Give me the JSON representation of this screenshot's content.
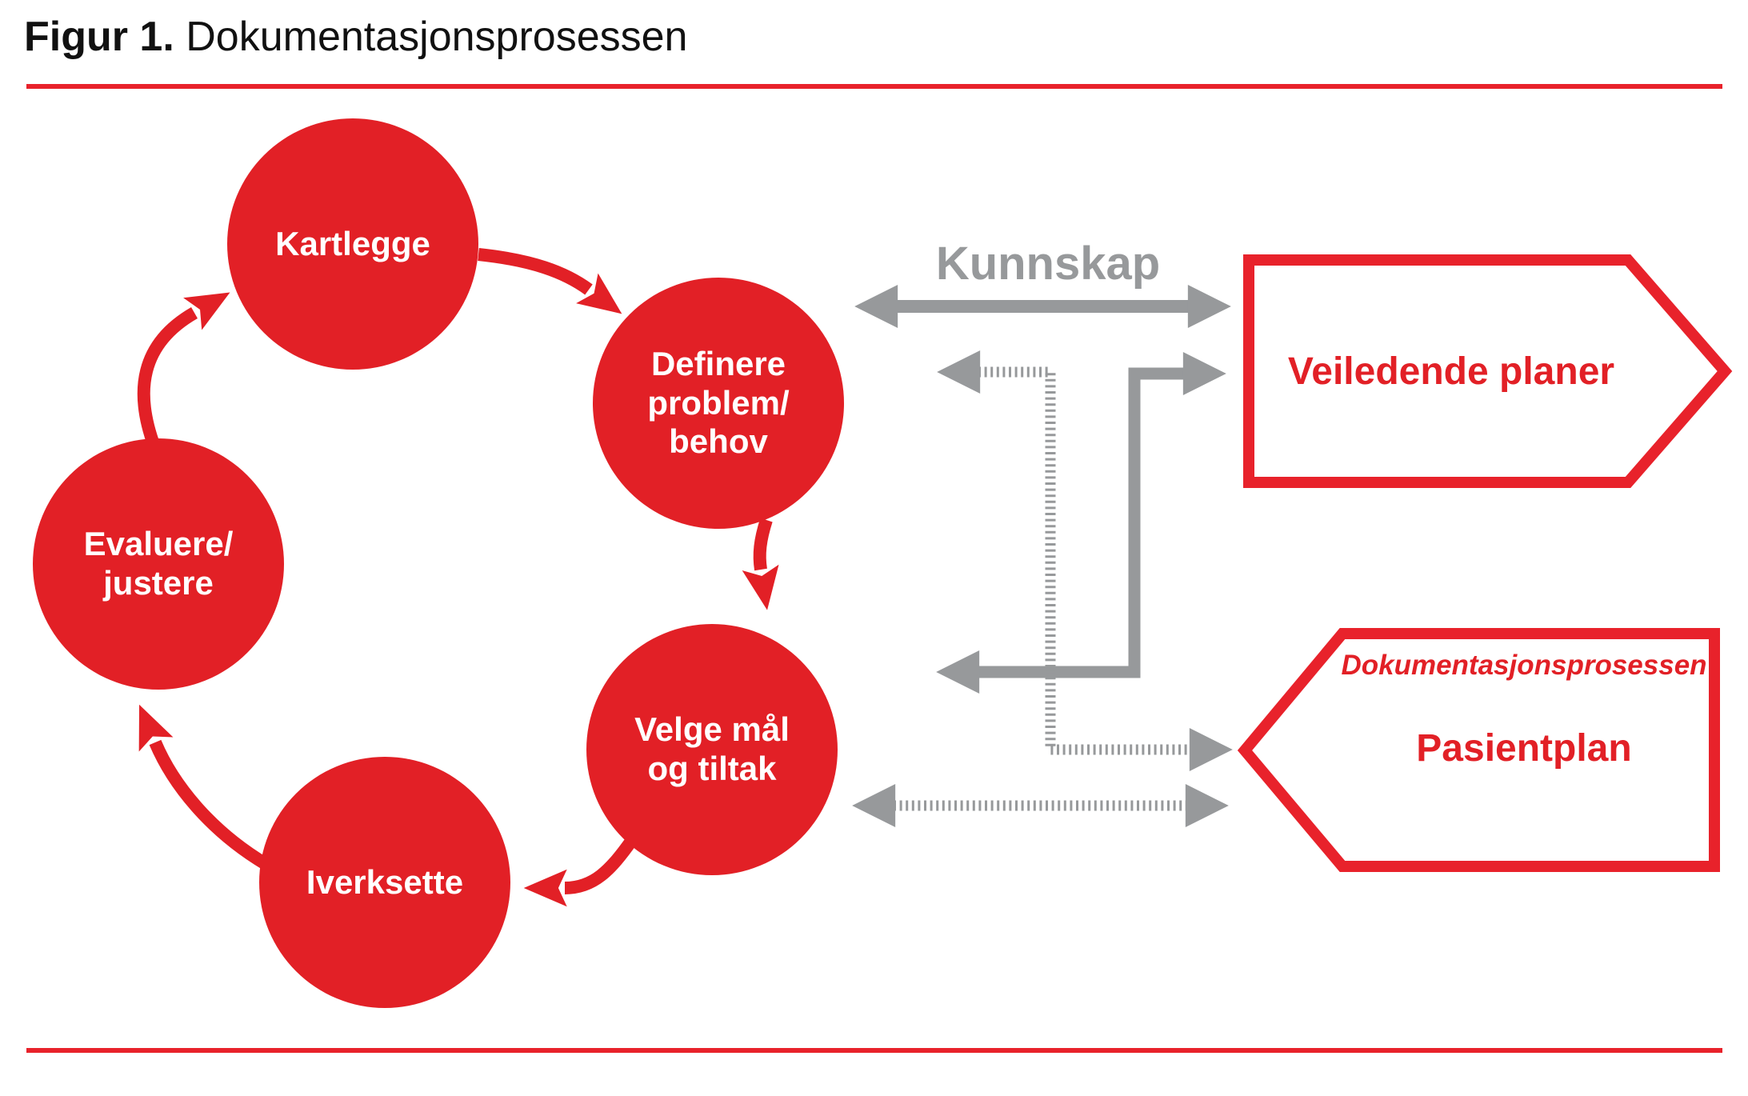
{
  "title": {
    "prefix": "Figur 1.",
    "text": "Dokumentasjonsprosessen"
  },
  "colors": {
    "red": "#e22026",
    "gray": "#97999b",
    "text": "#111111"
  },
  "cycle": {
    "steps": [
      {
        "id": "kartlegge",
        "lines": [
          "Kartlegge"
        ]
      },
      {
        "id": "definere",
        "lines": [
          "Definere",
          "problem/",
          "behov"
        ]
      },
      {
        "id": "velge",
        "lines": [
          "Velge mål",
          "og tiltak"
        ]
      },
      {
        "id": "iverksette",
        "lines": [
          "Iverksette"
        ]
      },
      {
        "id": "evaluere",
        "lines": [
          "Evaluere/",
          "justere"
        ]
      }
    ]
  },
  "labels": {
    "kunnskap": "Kunnskap"
  },
  "boxes": {
    "veiledende": {
      "label": "Veiledende planer"
    },
    "pasientplan": {
      "tag": "Dokumentasjonsprosessen",
      "label": "Pasientplan"
    }
  }
}
